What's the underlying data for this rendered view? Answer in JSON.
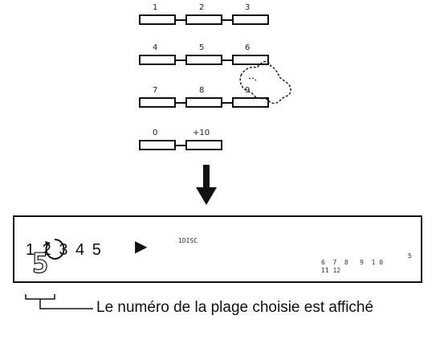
{
  "keypad": {
    "rows": [
      [
        "1",
        "2",
        "3"
      ],
      [
        "4",
        "5",
        "6"
      ],
      [
        "7",
        "8",
        "9"
      ],
      [
        "0",
        "+10"
      ]
    ]
  },
  "display": {
    "disc_numbers": "1 2 3 4 5",
    "selected_disc": "3",
    "play_symbol": "▶",
    "disc_label": "1DISC",
    "track_grid_line1": "6  7  8   9  1 0",
    "track_grid_line2": "11 12",
    "track_grid_top": "5",
    "track_number": "5"
  },
  "caption": "Le numéro de la plage choisie est affiché"
}
